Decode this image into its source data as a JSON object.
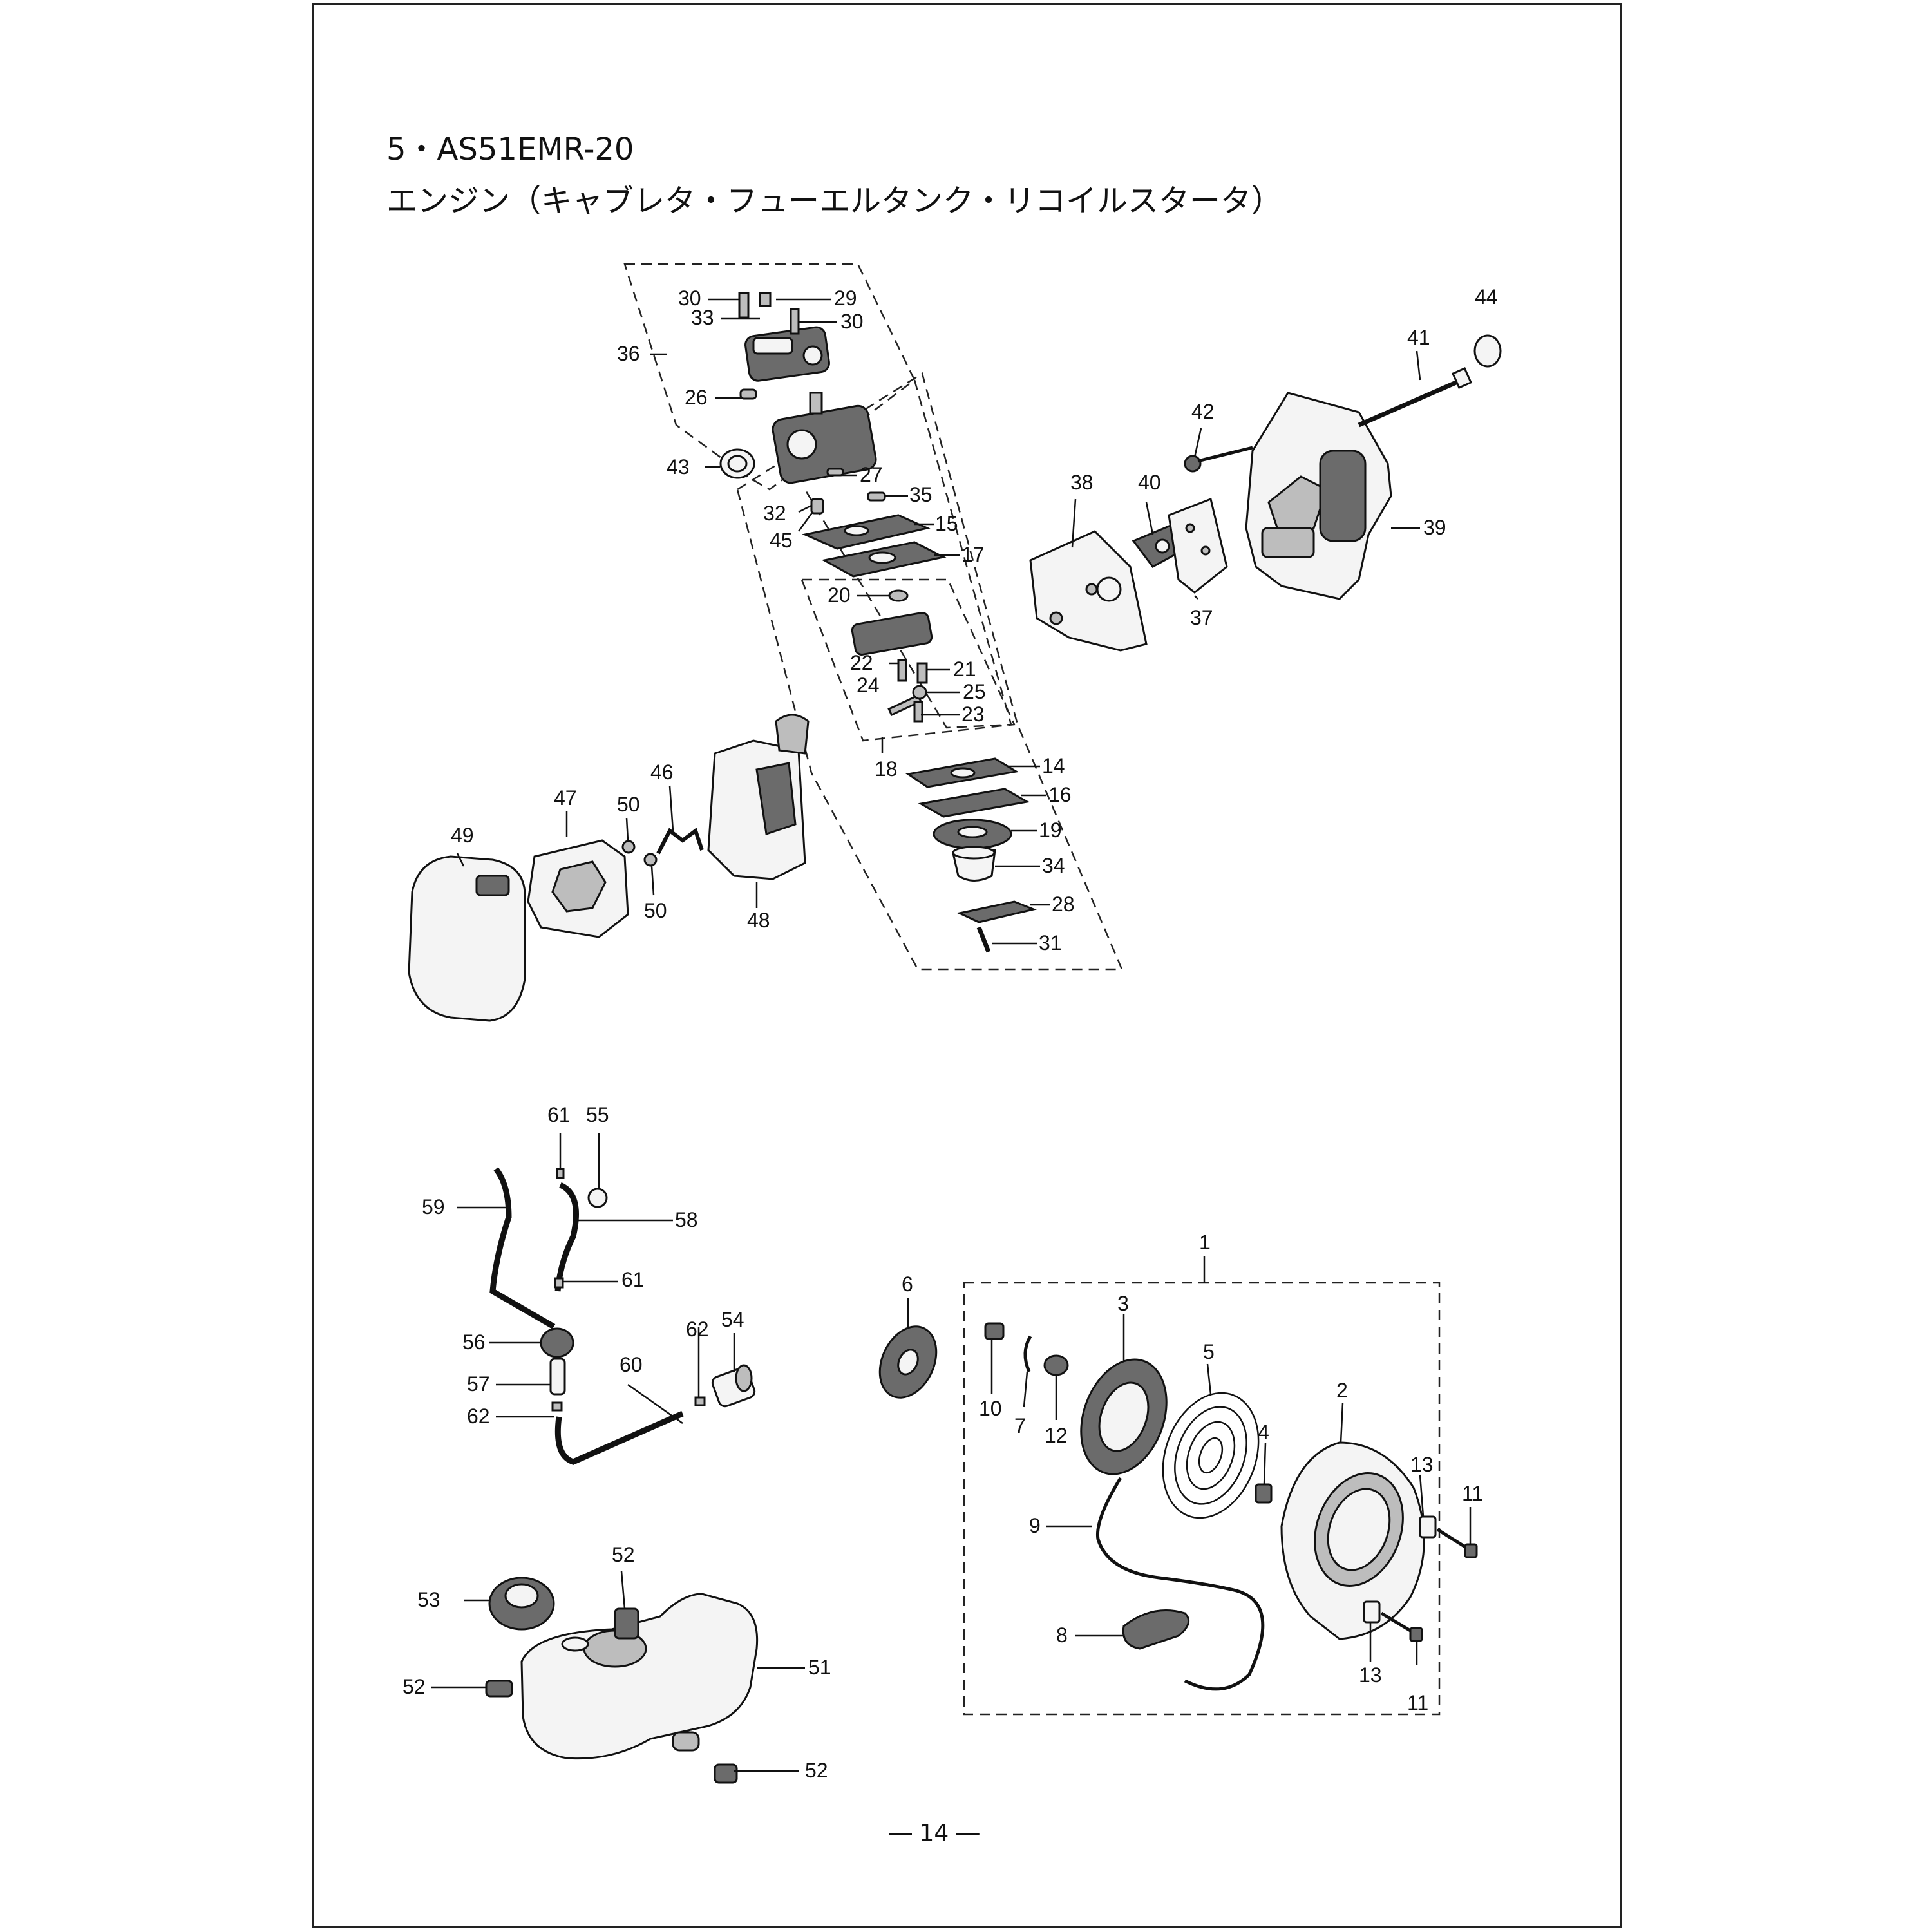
{
  "header": {
    "model": "5・AS51EMR-20",
    "subtitle": "エンジン（キャブレタ・フューエルタンク・リコイルスタータ）"
  },
  "footer": {
    "page": "― 14 ―"
  },
  "callouts": {
    "c1": "1",
    "c2": "2",
    "c3": "3",
    "c4": "4",
    "c5": "5",
    "c6": "6",
    "c7": "7",
    "c8": "8",
    "c9": "9",
    "c10": "10",
    "c11a": "11",
    "c11b": "11",
    "c12": "12",
    "c13a": "13",
    "c13b": "13",
    "c14": "14",
    "c15": "15",
    "c16": "16",
    "c17": "17",
    "c18": "18",
    "c19": "19",
    "c20": "20",
    "c21": "21",
    "c22": "22",
    "c23": "23",
    "c24": "24",
    "c25": "25",
    "c26": "26",
    "c27": "27",
    "c28": "28",
    "c29": "29",
    "c30a": "30",
    "c30b": "30",
    "c31": "31",
    "c32": "32",
    "c33": "33",
    "c34": "34",
    "c35": "35",
    "c36": "36",
    "c37": "37",
    "c38": "38",
    "c39": "39",
    "c40": "40",
    "c41": "41",
    "c42": "42",
    "c43": "43",
    "c44": "44",
    "c45": "45",
    "c46": "46",
    "c47": "47",
    "c48": "48",
    "c49": "49",
    "c50a": "50",
    "c50b": "50",
    "c51": "51",
    "c52a": "52",
    "c52b": "52",
    "c52c": "52",
    "c53": "53",
    "c54": "54",
    "c55": "55",
    "c56": "56",
    "c57": "57",
    "c58": "58",
    "c59": "59",
    "c60": "60",
    "c61a": "61",
    "c61b": "61",
    "c62a": "62",
    "c62b": "62"
  }
}
